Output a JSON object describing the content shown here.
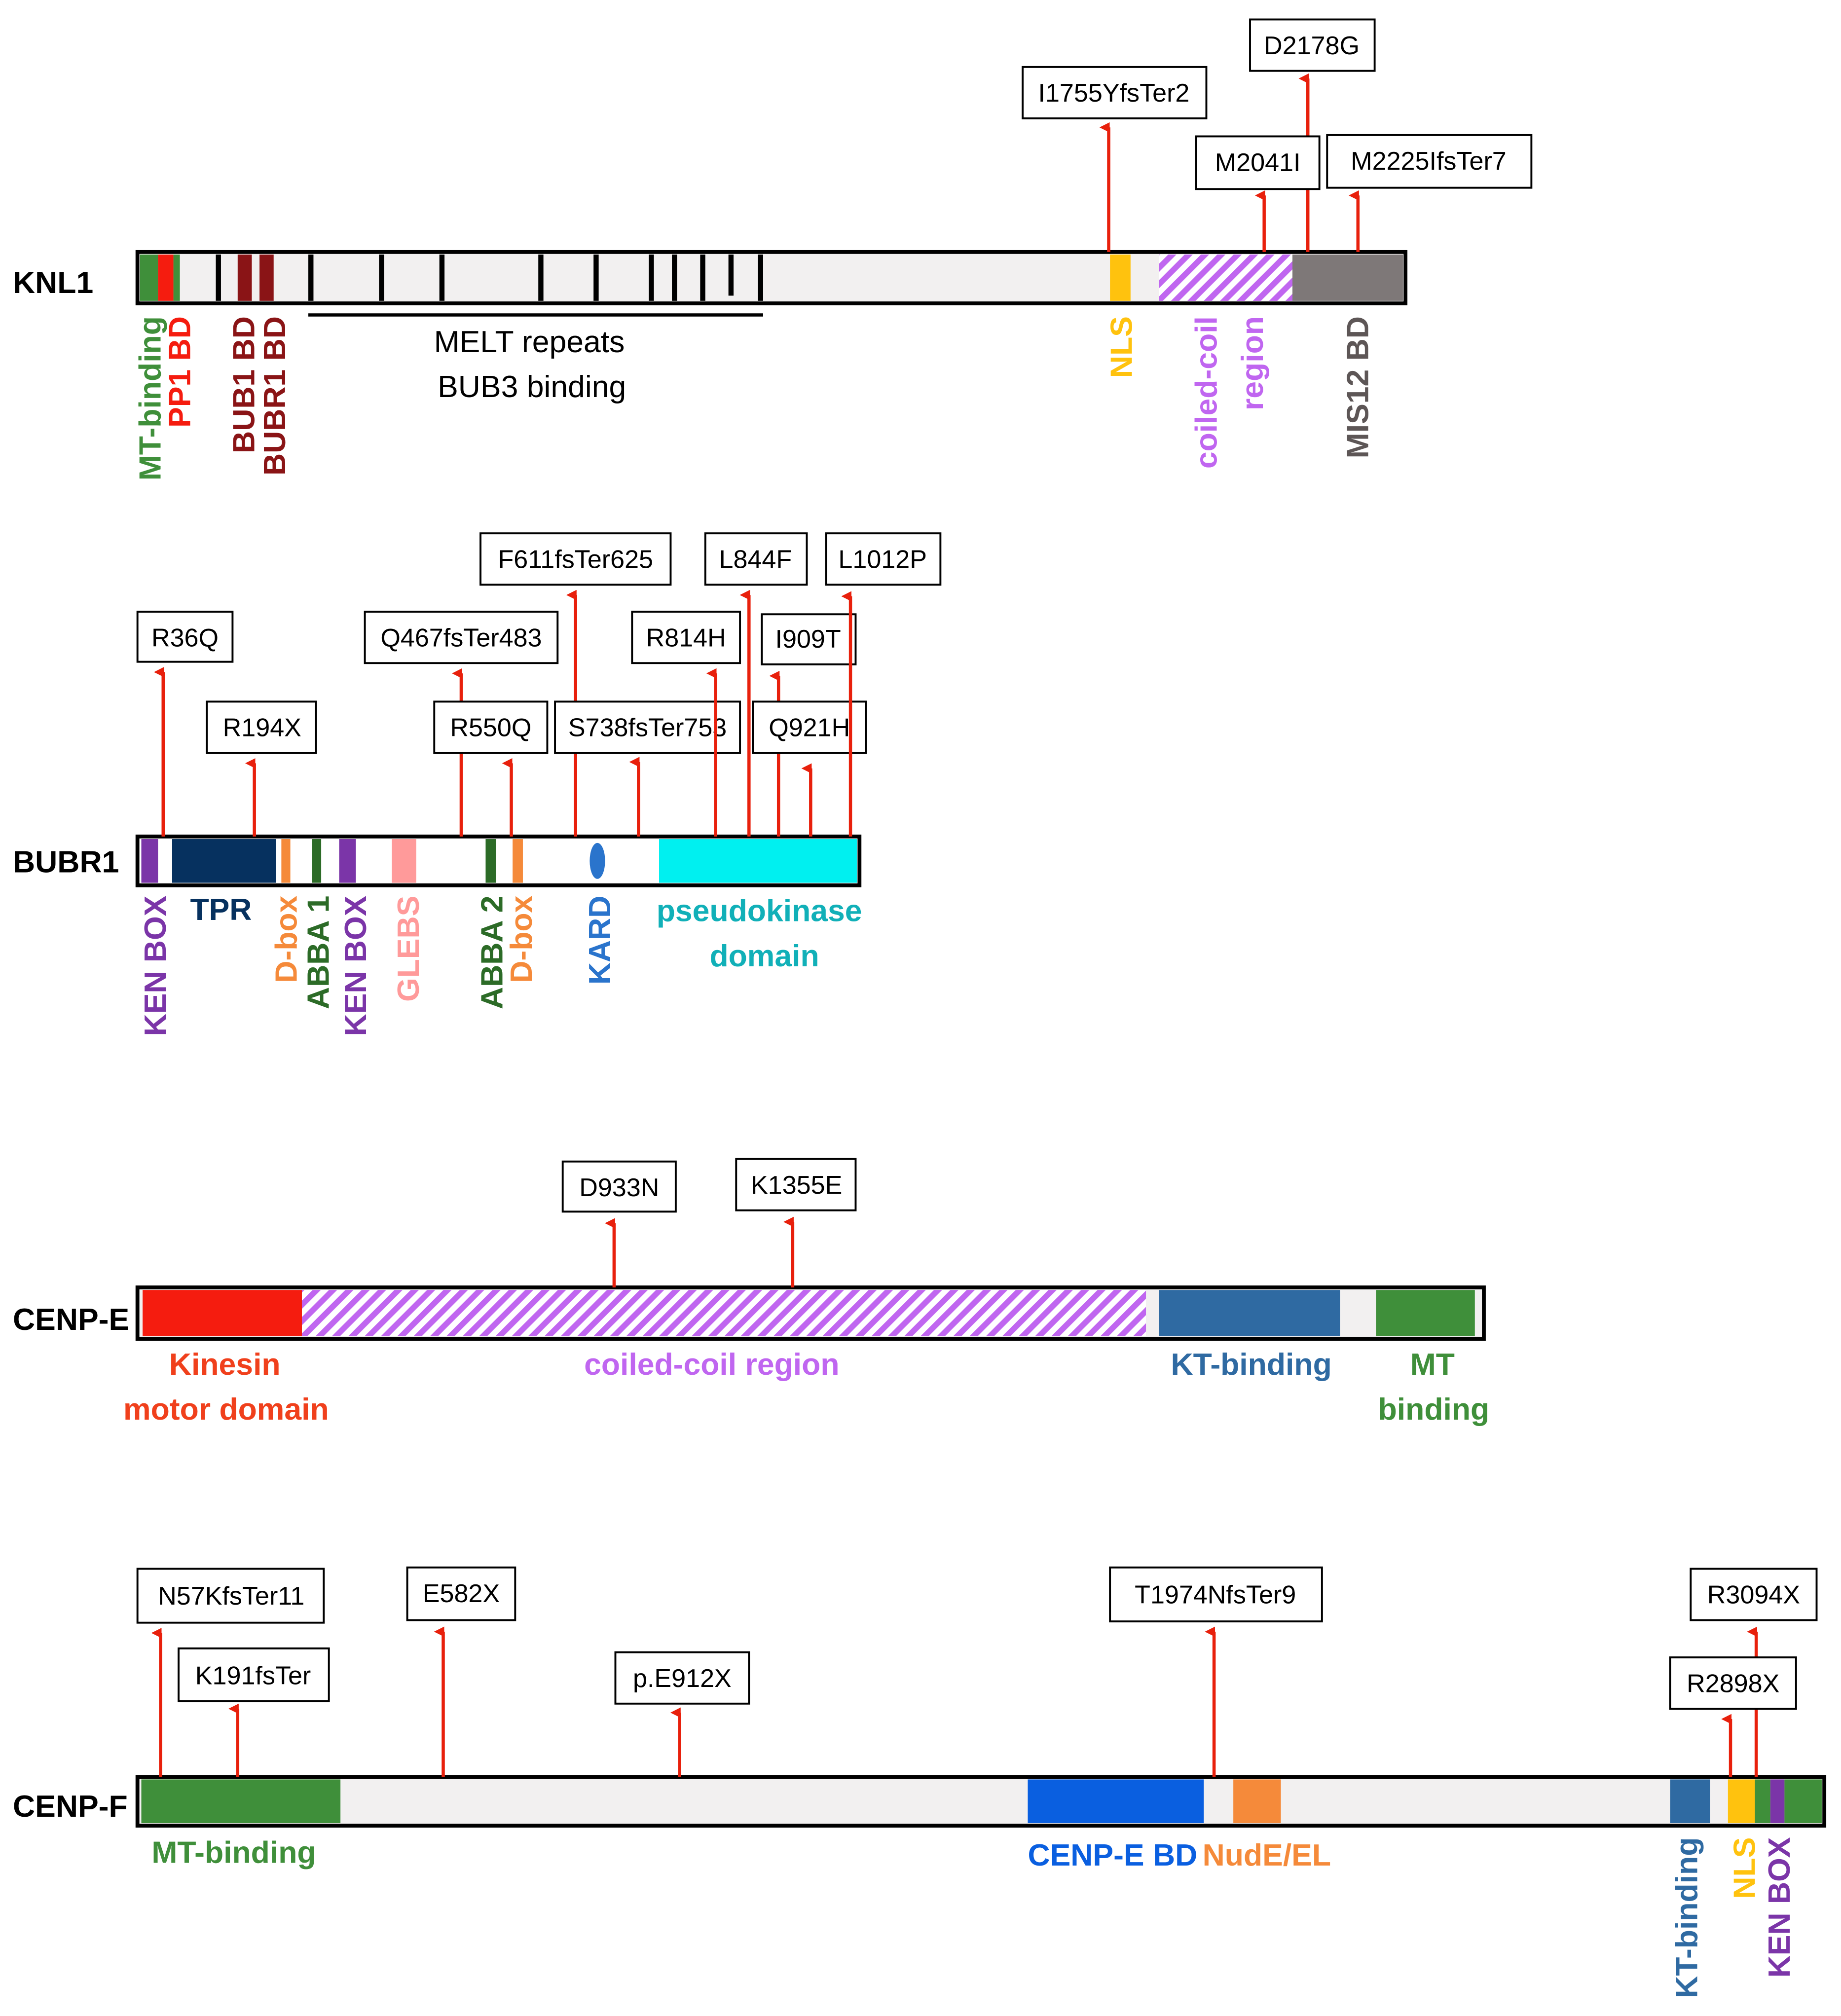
{
  "colors": {
    "mutation": "#e8200c",
    "bar_bg": "#f2f0f0",
    "outline": "#000000",
    "green": "#3f8f3a",
    "red": "#f51c0f",
    "dark_red": "#8a1416",
    "yellow": "#ffc20e",
    "violet": "#c066f0",
    "gray": "#7e7878",
    "purple": "#7b35a8",
    "navy": "#06315f",
    "orange": "#f58a3a",
    "dark_green": "#2c6b27",
    "pink": "#ff9a9a",
    "blue_kard": "#2a74cc",
    "cyan": "#00f0f0",
    "teal_text": "#11b0b8",
    "steel_blue": "#2f6aa2",
    "royal_blue": "#0a5fe0",
    "red_text": "#f0401c"
  },
  "proteins": {
    "knl1": {
      "name": "KNL1",
      "motif_label_line1": "MELT repeats",
      "motif_label_line2": "BUB3 binding",
      "domains": [
        {
          "key": "mt",
          "label": "MT-binding",
          "color": "#3f8f3a"
        },
        {
          "key": "pp1",
          "label": "PP1 BD",
          "color": "#f51c0f"
        },
        {
          "key": "bub1",
          "label": "BUB1 BD",
          "color": "#8a1416"
        },
        {
          "key": "bubr1",
          "label": "BUBR1 BD",
          "color": "#8a1416"
        },
        {
          "key": "nls",
          "label": "NLS",
          "color": "#ffc20e"
        },
        {
          "key": "cc",
          "label_line1": "coiled-coil",
          "label_line2": "region",
          "color": "#c066f0"
        },
        {
          "key": "mis12",
          "label": "MIS12 BD",
          "color": "#5d5656"
        }
      ],
      "mutations": [
        "I1755YfsTer2",
        "D2178G",
        "M2041I",
        "M2225IfsTer7"
      ]
    },
    "bubr1": {
      "name": "BUBR1",
      "domains": [
        {
          "key": "ken1",
          "label": "KEN BOX",
          "color": "#7b35a8"
        },
        {
          "key": "tpr",
          "label": "TPR",
          "color": "#06315f"
        },
        {
          "key": "dbox1",
          "label": "D-box",
          "color": "#f58a3a"
        },
        {
          "key": "abba1",
          "label": "ABBA 1",
          "color": "#2c6b27"
        },
        {
          "key": "ken2",
          "label": "KEN BOX",
          "color": "#7b35a8"
        },
        {
          "key": "glebs",
          "label": "GLEBS",
          "color": "#ff9a9a"
        },
        {
          "key": "abba2",
          "label": "ABBA 2",
          "color": "#2c6b27"
        },
        {
          "key": "dbox2",
          "label": "D-box",
          "color": "#f58a3a"
        },
        {
          "key": "kard",
          "label": "KARD",
          "color": "#2a74cc"
        },
        {
          "key": "pk",
          "label_line1": "pseudokinase",
          "label_line2": "domain",
          "color": "#00f0f0"
        }
      ],
      "mutations": [
        "R36Q",
        "R194X",
        "Q467fsTer483",
        "R550Q",
        "F611fsTer625",
        "S738fsTer753",
        "R814H",
        "L844F",
        "I909T",
        "Q921H",
        "L1012P"
      ]
    },
    "cenpe": {
      "name": "CENP-E",
      "domains": [
        {
          "key": "kinesin",
          "label_line1": "Kinesin",
          "label_line2": "motor domain",
          "color": "#f51c0f"
        },
        {
          "key": "cc",
          "label": "coiled-coil region",
          "color": "#c066f0"
        },
        {
          "key": "kt",
          "label": "KT-binding",
          "color": "#2f6aa2"
        },
        {
          "key": "mt",
          "label_line1": "MT",
          "label_line2": "binding",
          "color": "#3f8f3a"
        }
      ],
      "mutations": [
        "D933N",
        "K1355E"
      ]
    },
    "cenpf": {
      "name": "CENP-F",
      "domains": [
        {
          "key": "mt",
          "label": "MT-binding",
          "color": "#3f8f3a"
        },
        {
          "key": "cenpe_bd",
          "label": "CENP-E BD",
          "color": "#0a5fe0"
        },
        {
          "key": "nude",
          "label": "NudE/EL",
          "color": "#f58a3a"
        },
        {
          "key": "kt",
          "label": "KT-binding",
          "color": "#2f6aa2"
        },
        {
          "key": "nls",
          "label": "NLS",
          "color": "#ffc20e"
        },
        {
          "key": "ken",
          "label": "KEN BOX",
          "color": "#7b35a8"
        }
      ],
      "mutations": [
        "N57KfsTer11",
        "K191fsTer",
        "E582X",
        "p.E912X",
        "T1974NfsTer9",
        "R3094X",
        "R2898X"
      ]
    }
  }
}
